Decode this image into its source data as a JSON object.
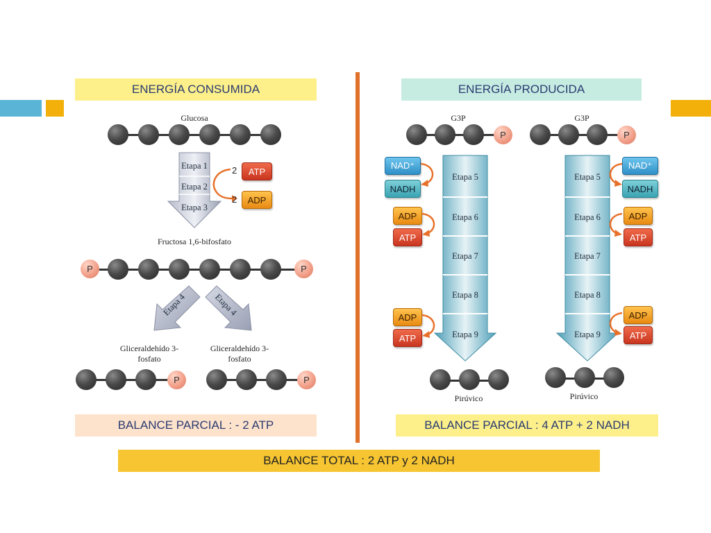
{
  "left": {
    "header": "ENERGÍA CONSUMIDA",
    "glucose_label": "Glucosa",
    "steps": [
      "Etapa 1",
      "Etapa 2",
      "Etapa 3"
    ],
    "atp_count": "2",
    "adp_count": "2",
    "atp_label": "ATP",
    "adp_label": "ADP",
    "fructose_label": "Fructosa 1,6-bifosfato",
    "p_label": "P",
    "step4_left": "Etapa 4",
    "step4_right": "Etapa 4",
    "g3p_left_line1": "Gliceraldehído 3-",
    "g3p_left_line2": "fosfato",
    "g3p_right_line1": "Gliceraldehído 3-",
    "g3p_right_line2": "fosfato",
    "balance": "BALANCE PARCIAL : - 2 ATP"
  },
  "right": {
    "header": "ENERGÍA PRODUCIDA",
    "g3p_label": "G3P",
    "p_label": "P",
    "steps": [
      "Etapa 5",
      "Etapa 6",
      "Etapa 7",
      "Etapa 8",
      "Etapa 9"
    ],
    "nad_label": "NAD⁺",
    "nadh_label": "NADH",
    "adp_label": "ADP",
    "atp_label": "ATP",
    "pyruvate_label": "Pirúvico",
    "balance": "BALANCE PARCIAL : 4 ATP + 2 NADH"
  },
  "total_balance": "BALANCE TOTAL : 2 ATP y  2 NADH",
  "colors": {
    "left_header_bg": "#fdf08a",
    "right_header_bg": "#c6ece2",
    "left_balance_bg": "#fde3cc",
    "right_balance_bg": "#fdf08a",
    "total_bg": "#f6c531",
    "divider": "#e0712a",
    "deco_blue": "#5ab4d6",
    "deco_orange": "#f3b00a"
  }
}
